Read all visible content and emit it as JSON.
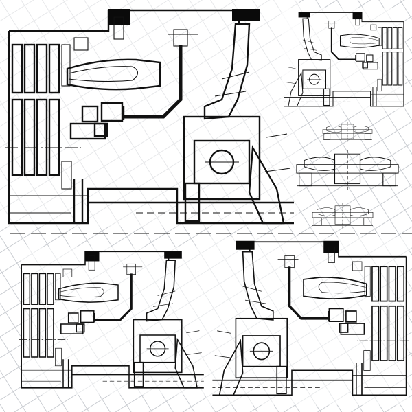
{
  "palette": {
    "ink": "#111111",
    "grid": "#c9ccd1",
    "paper": "#ffffff",
    "block": "#0a0a0a"
  },
  "panels": [
    {
      "id": "main-section-top-left",
      "mirror": false,
      "detail": "large"
    },
    {
      "id": "section-top-right",
      "mirror": true,
      "detail": "small"
    },
    {
      "id": "section-bottom-left",
      "mirror": false,
      "detail": "medium"
    },
    {
      "id": "section-bottom-right",
      "mirror": true,
      "detail": "medium"
    }
  ],
  "thumbnails": [
    {
      "id": "thumbnail-1",
      "variant": "compact"
    },
    {
      "id": "thumbnail-2",
      "variant": "full"
    },
    {
      "id": "thumbnail-3",
      "variant": "narrow"
    }
  ]
}
